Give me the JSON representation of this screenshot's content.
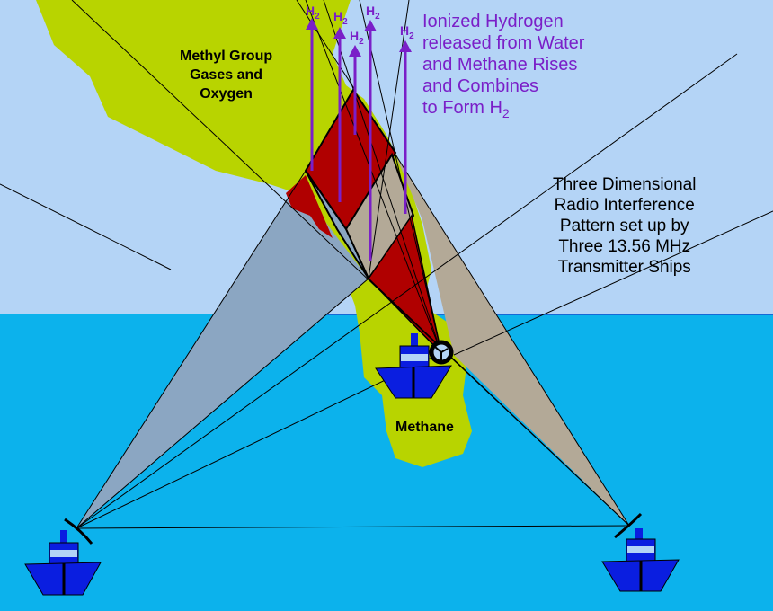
{
  "labels": {
    "methyl": "Methyl Group\nGases and\nOxygen",
    "ionized": "Ionized Hydrogen\nreleased from Water\nand Methane Rises\nand Combines\nto Form H",
    "ionized_sub": "2",
    "three_d": "Three Dimensional\nRadio Interference\nPattern set up by\nThree 13.56 MHz\nTransmitter Ships",
    "methane": "Methane",
    "h2_main": "H",
    "h2_sub": "2"
  },
  "colors": {
    "sky": "#b4d4f6",
    "sea": "#0cb2ec",
    "methane": "#b8d400",
    "red": "#b00000",
    "tan": "#b3a997",
    "grey_blue": "#8ba6c2",
    "purple": "#7a1fc8",
    "ship": "#0a1ee0"
  }
}
